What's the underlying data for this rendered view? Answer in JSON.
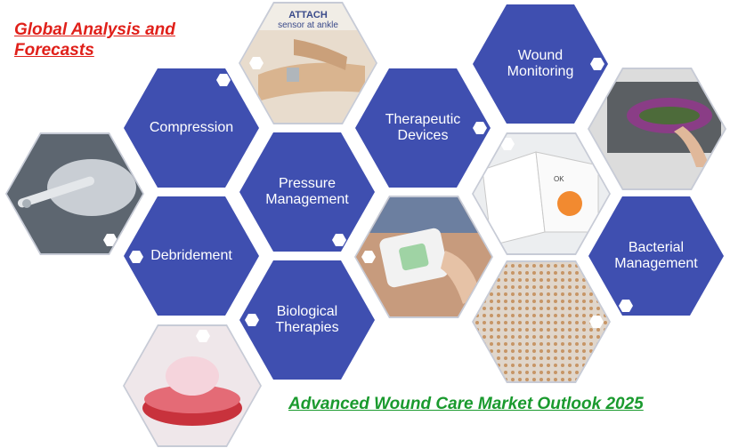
{
  "titles": {
    "global_line1": "Global Analysis and",
    "global_line2": "Forecasts",
    "outlook": "Advanced Wound Care Market Outlook 2025"
  },
  "categories": {
    "compression": "Compression",
    "debridement": "Debridement",
    "pressure_line1": "Pressure",
    "pressure_line2": "Management",
    "biological_line1": "Biological",
    "biological_line2": "Therapies",
    "therapeutic_line1": "Therapeutic",
    "therapeutic_line2": "Devices",
    "wound_line1": "Wound",
    "wound_line2": "Monitoring",
    "bacterial_line1": "Bacterial",
    "bacterial_line2": "Management"
  },
  "photo_text": {
    "attach_title": "ATTACH",
    "attach_sub": "sensor at ankle",
    "device_ok": "OK"
  },
  "colors": {
    "hex_blue": "#3f4fb0",
    "title_red": "#e0201a",
    "title_green": "#1a9a2e"
  }
}
